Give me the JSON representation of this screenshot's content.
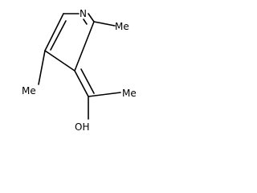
{
  "molecule": {
    "atom_labels": {
      "n": "N",
      "me_c2": "Me",
      "me_c4": "Me",
      "me_side": "Me",
      "oh": "OH"
    },
    "colors": {
      "ink": "#000000",
      "background": "#ffffff"
    }
  }
}
